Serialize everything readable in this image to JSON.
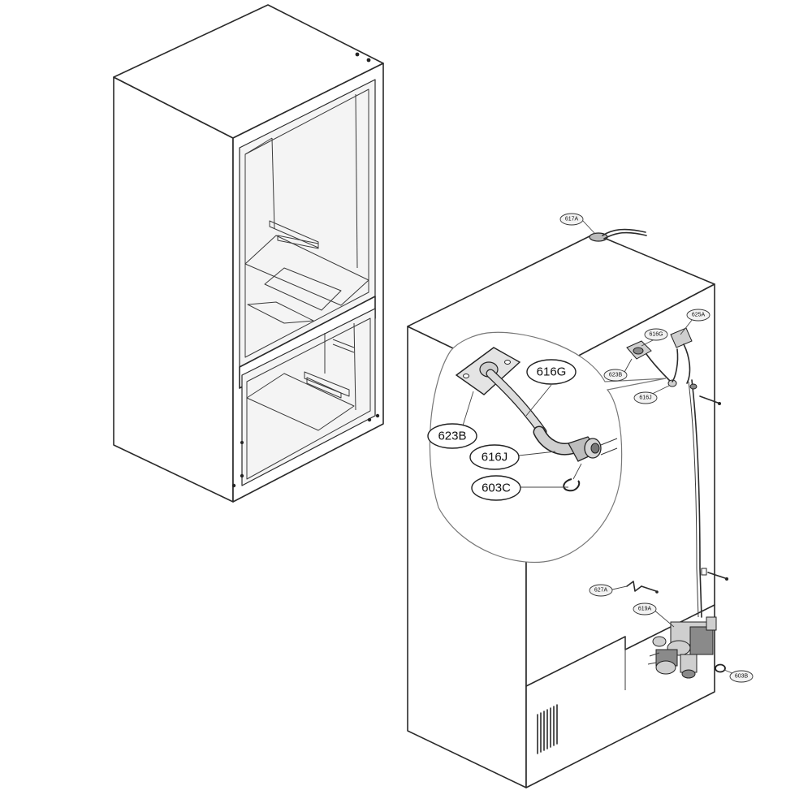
{
  "diagram": {
    "callouts_detail": [
      {
        "id": "616G",
        "text": "616G"
      },
      {
        "id": "623B",
        "text": "623B"
      },
      {
        "id": "616J",
        "text": "616J"
      },
      {
        "id": "603C",
        "text": "603C"
      }
    ],
    "callouts_main": [
      {
        "id": "617A",
        "text": "617A"
      },
      {
        "id": "625A",
        "text": "625A"
      },
      {
        "id": "616G",
        "text": "616G"
      },
      {
        "id": "623B",
        "text": "623B"
      },
      {
        "id": "616J",
        "text": "616J"
      },
      {
        "id": "627A",
        "text": "627A"
      },
      {
        "id": "619A",
        "text": "619A"
      },
      {
        "id": "603B",
        "text": "603B"
      }
    ]
  }
}
